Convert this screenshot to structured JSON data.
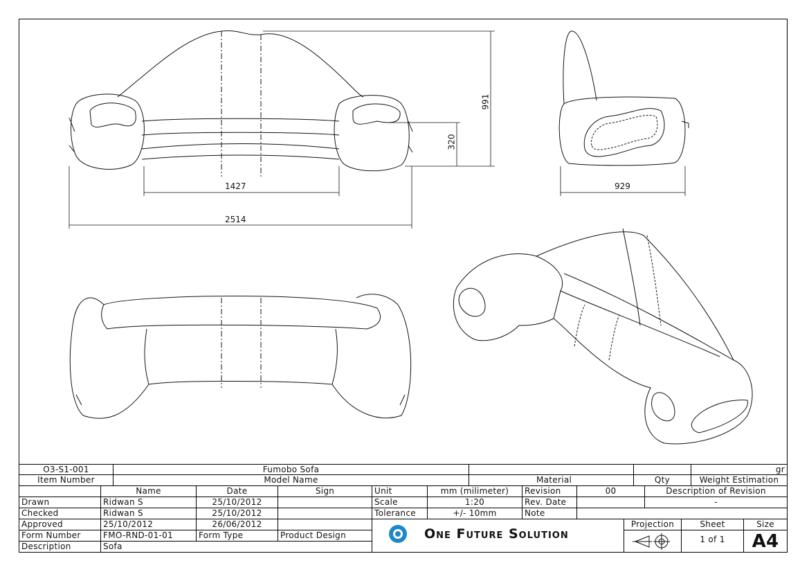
{
  "dimensions": {
    "front_width_inner": "1427",
    "front_width_total": "2514",
    "height_total": "991",
    "seat_height": "320",
    "side_depth": "929"
  },
  "title_block": {
    "item_number": "O3-S1-001",
    "item_number_label": "Item Number",
    "model_name": "Fumobo Sofa",
    "model_name_label": "Model Name",
    "material": "",
    "material_label": "Material",
    "qty": "",
    "qty_label": "Qty",
    "weight": "gr",
    "weight_label": "Weight Estimation",
    "headers": {
      "name": "Name",
      "date": "Date",
      "sign": "Sign"
    },
    "drawn": {
      "label": "Drawn",
      "name": "Ridwan S",
      "date": "25/10/2012"
    },
    "checked": {
      "label": "Checked",
      "name": "Ridwan S",
      "date": "25/10/2012"
    },
    "approved": {
      "label": "Approved",
      "name": "25/10/2012",
      "date": "26/06/2012"
    },
    "form_number": {
      "label": "Form Number",
      "value": "FMO-RND-01-01",
      "type_label": "Form Type",
      "type_value": "Product Design"
    },
    "description": {
      "label": "Description",
      "value": "Sofa"
    },
    "unit": {
      "label": "Unit",
      "value": "mm (milimeter)"
    },
    "scale": {
      "label": "Scale",
      "value": "1:20"
    },
    "tolerance": {
      "label": "Tolerance",
      "value": "+/- 10mm"
    },
    "revision": {
      "label": "Revision",
      "value": "00"
    },
    "rev_date": {
      "label": "Rev. Date",
      "value": ""
    },
    "note": {
      "label": "Note"
    },
    "rev_description": {
      "label": "Description of Revision",
      "value": "-"
    },
    "company": "One Future Solution",
    "projection_label": "Projection",
    "sheet": {
      "label": "Sheet",
      "value": "1 of 1"
    },
    "size": {
      "label": "Size",
      "value": "A4"
    }
  },
  "colors": {
    "logo": "#1e88c8"
  }
}
